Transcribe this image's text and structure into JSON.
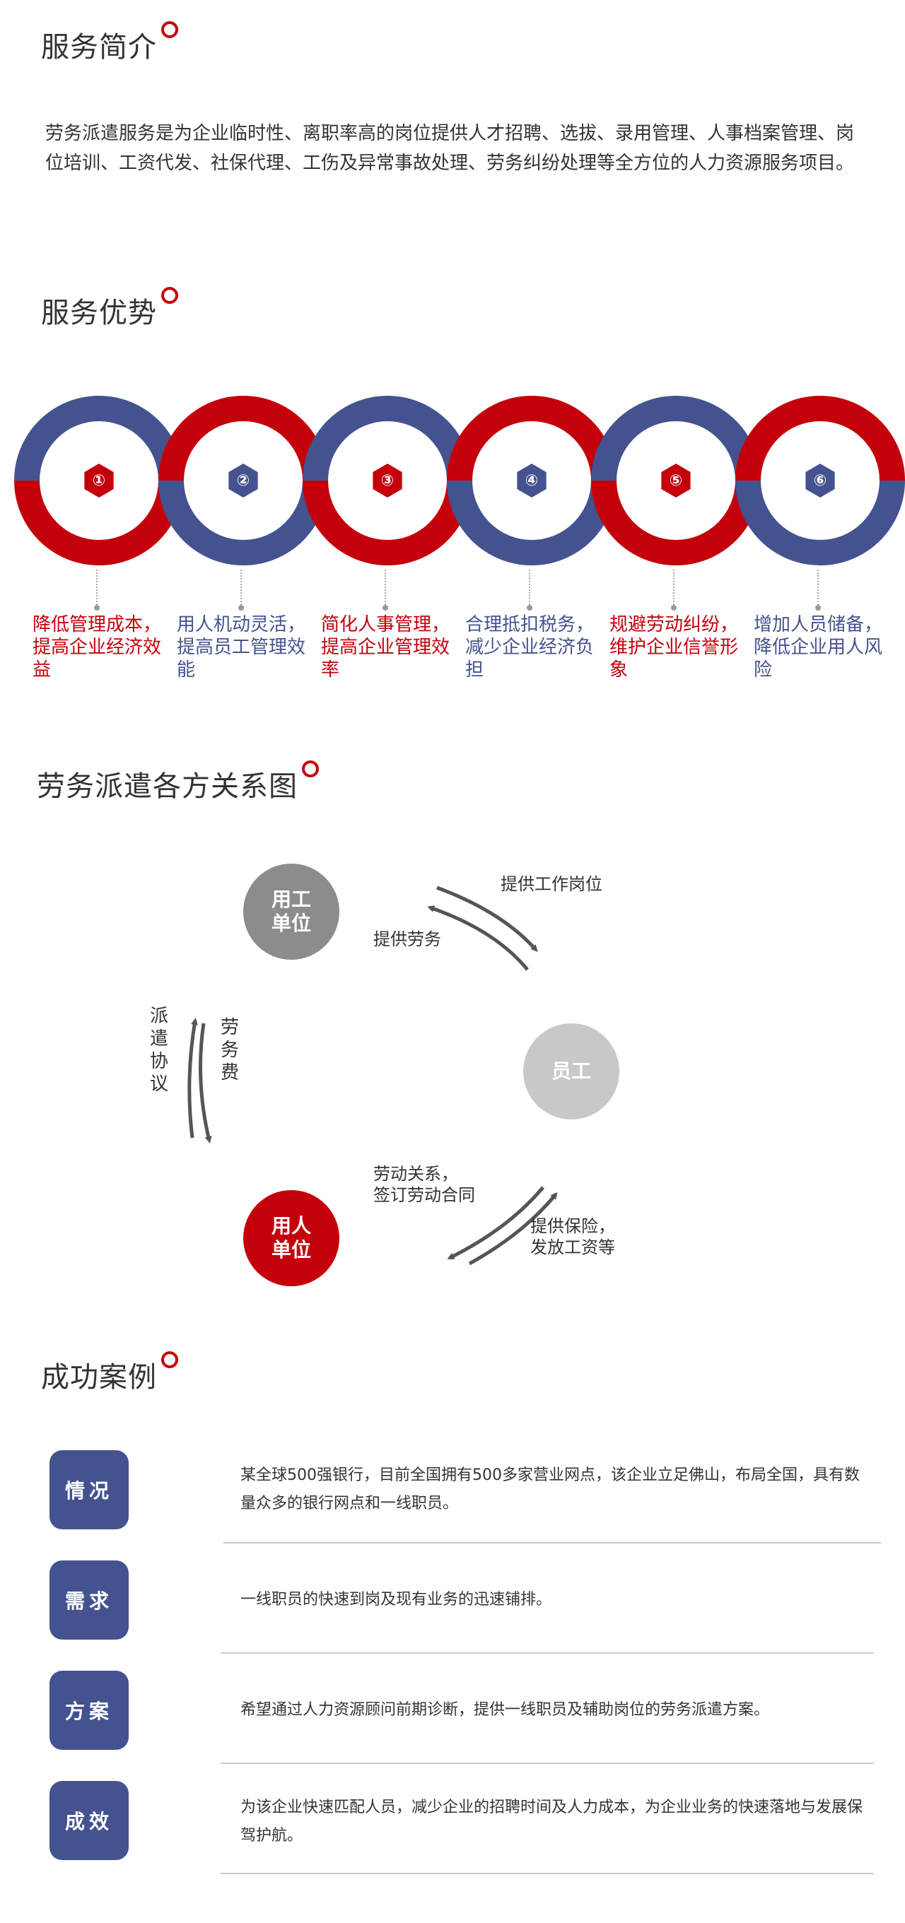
{
  "sections": {
    "intro_title": "服务简介",
    "advantages_title": "服务优势",
    "relations_title": "劳务派遣各方关系图",
    "cases_title": "成功案例"
  },
  "intro": {
    "text": "劳务派遣服务是为企业临时性、离职率高的岗位提供人才招聘、选拔、录用管理、人事档案管理、岗位培训、工资代发、社保代理、工伤及异常事故处理、劳务纠纷处理等全方位的人力资源服务项目。"
  },
  "advantages": {
    "items": [
      {
        "num": "①",
        "text": "降低管理成本，提高企业经济效益",
        "color": "#c4000b"
      },
      {
        "num": "②",
        "text": "用人机动灵活，提高员工管理效能",
        "color": "#44538f"
      },
      {
        "num": "③",
        "text": "简化人事管理，提高企业管理效率",
        "color": "#c4000b"
      },
      {
        "num": "④",
        "text": "合理抵扣税务，减少企业经济负担",
        "color": "#44538f"
      },
      {
        "num": "⑤",
        "text": "规避劳动纠纷，维护企业信誉形象",
        "color": "#c4000b"
      },
      {
        "num": "⑥",
        "text": "增加人员储备，降低企业用人风险",
        "color": "#44538f"
      }
    ]
  },
  "relations": {
    "employer_line1": "用工",
    "employer_line2": "单位",
    "agency_line1": "用人",
    "agency_line2": "单位",
    "employee": "员工",
    "provide_job": "提供工作岗位",
    "provide_labor": "提供劳务",
    "dispatch_agreement": "派遣协议",
    "labor_fee": "劳务费",
    "labor_relation": "劳动关系，\n签订劳动合同",
    "insurance": "提供保险，\n发放工资等"
  },
  "cases": {
    "items": [
      {
        "tag": "情况",
        "text": "某全球500强银行，目前全国拥有500多家营业网点，该企业立足佛山，布局全国，具有数量众多的银行网点和一线职员。"
      },
      {
        "tag": "需求",
        "text": "一线职员的快速到岗及现有业务的迅速铺排。"
      },
      {
        "tag": "方案",
        "text": "希望通过人力资源顾问前期诊断，提供一线职员及辅助岗位的劳务派遣方案。"
      },
      {
        "tag": "成效",
        "text": "为该企业快速匹配人员，减少企业的招聘时间及人力成本，为企业业务的快速落地与发展保驾护航。"
      }
    ]
  },
  "colors": {
    "accent_red": "#c4000b",
    "accent_blue": "#44538f",
    "node_gray": "#8c8c8c",
    "node_light_gray": "#c8c8c8"
  }
}
